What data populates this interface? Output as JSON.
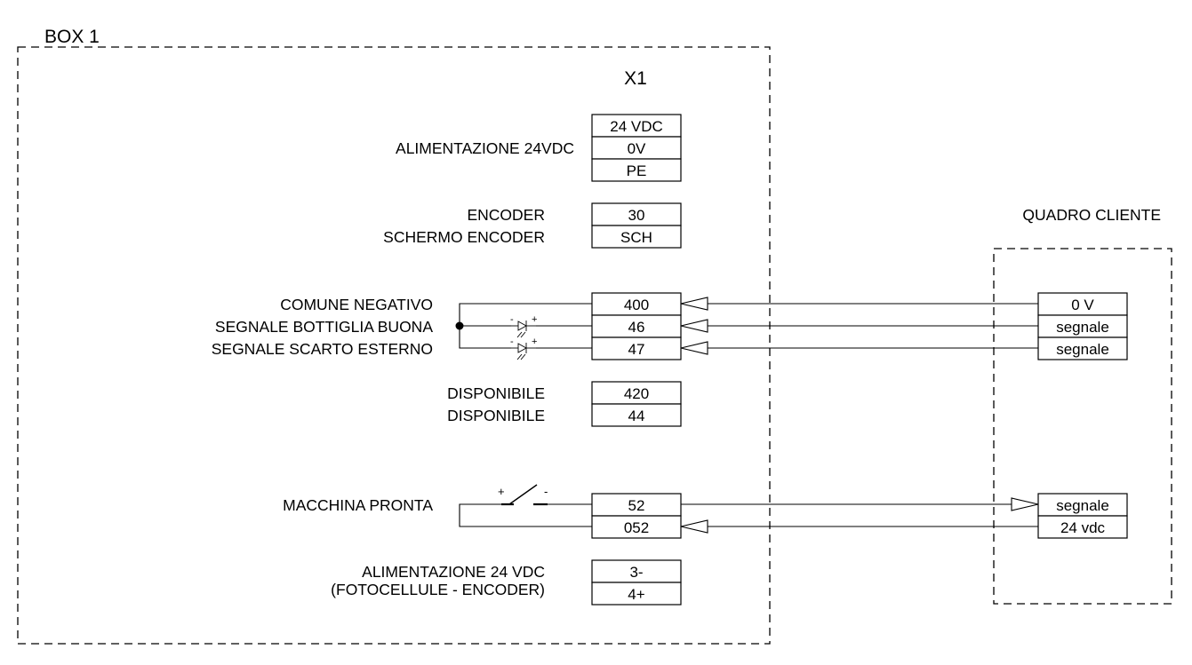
{
  "box1": {
    "title": "BOX 1",
    "terminal_block": "X1",
    "labels": {
      "alimentazione": "ALIMENTAZIONE 24VDC",
      "encoder": "ENCODER",
      "schermo_encoder": "SCHERMO ENCODER",
      "comune_negativo": "COMUNE NEGATIVO",
      "segnale_bottiglia": "SEGNALE BOTTIGLIA BUONA",
      "segnale_scarto": "SEGNALE SCARTO ESTERNO",
      "disponibile_1": "DISPONIBILE",
      "disponibile_2": "DISPONIBILE",
      "macchina_pronta": "MACCHINA PRONTA",
      "alim_fotocellule_1": "ALIMENTAZIONE 24 VDC",
      "alim_fotocellule_2": "(FOTOCELLULE - ENCODER)"
    },
    "terminals": {
      "t24vdc": "24 VDC",
      "t0v": "0V",
      "tpe": "PE",
      "t30": "30",
      "tsch": "SCH",
      "t400": "400",
      "t46": "46",
      "t47": "47",
      "t420": "420",
      "t44": "44",
      "t52": "52",
      "t052": "052",
      "t3": "3-",
      "t4": "4+"
    },
    "polarity": {
      "plus": "+",
      "minus": "-"
    }
  },
  "quadro_cliente": {
    "title": "QUADRO CLIENTE",
    "terminals": {
      "q0v": "0 V",
      "qsegnale1": "segnale",
      "qsegnale2": "segnale",
      "qsegnale3": "segnale",
      "q24vdc": "24 vdc"
    }
  },
  "icons": [
    "led-icon",
    "switch-icon",
    "arrow-in-icon",
    "arrow-out-icon",
    "junction-dot-icon"
  ]
}
